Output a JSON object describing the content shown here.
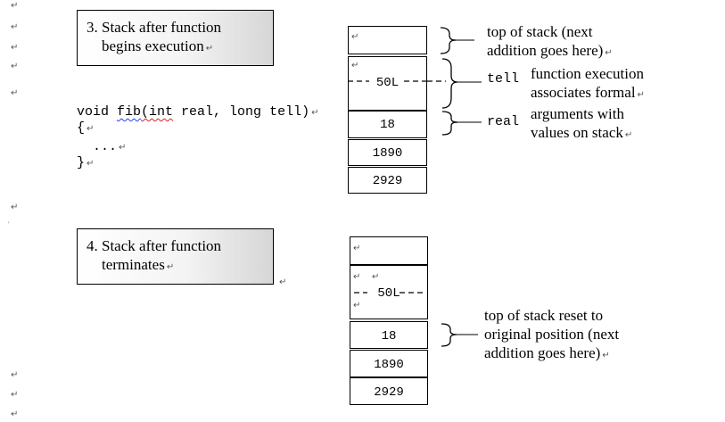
{
  "section3": {
    "caption_line1": "3. Stack after function",
    "caption_line2": "begins execution",
    "code_line1_prefix": "void ",
    "code_line1_fib": "fib",
    "code_line1_int": "(int",
    "code_line1_rest": " real, long tell)",
    "code_line2": "{",
    "code_line3": "  ...",
    "code_line4": "}",
    "stack": [
      "",
      "50L",
      "18",
      "1890",
      "2929"
    ],
    "annotation_top_line1": "top of stack (next",
    "annotation_top_line2": "addition goes here)",
    "var_tell": "tell",
    "var_real": "real",
    "annotation_args_line1": "function execution",
    "annotation_args_line2": "associates formal",
    "annotation_args_line3": "arguments with",
    "annotation_args_line4": "values on stack"
  },
  "section4": {
    "caption_line1": "4. Stack after function",
    "caption_line2": "terminates",
    "stack": [
      "",
      "50L",
      "18",
      "1890",
      "2929"
    ],
    "annotation_line1": "top of stack reset to",
    "annotation_line2": "original position (next",
    "annotation_line3": "addition goes here)"
  },
  "format_mark": "↵",
  "colors": {
    "border": "#000000",
    "spellcheck_blue": "#2a3cff",
    "spellcheck_red": "#e02020",
    "format_mark": "#555555"
  }
}
